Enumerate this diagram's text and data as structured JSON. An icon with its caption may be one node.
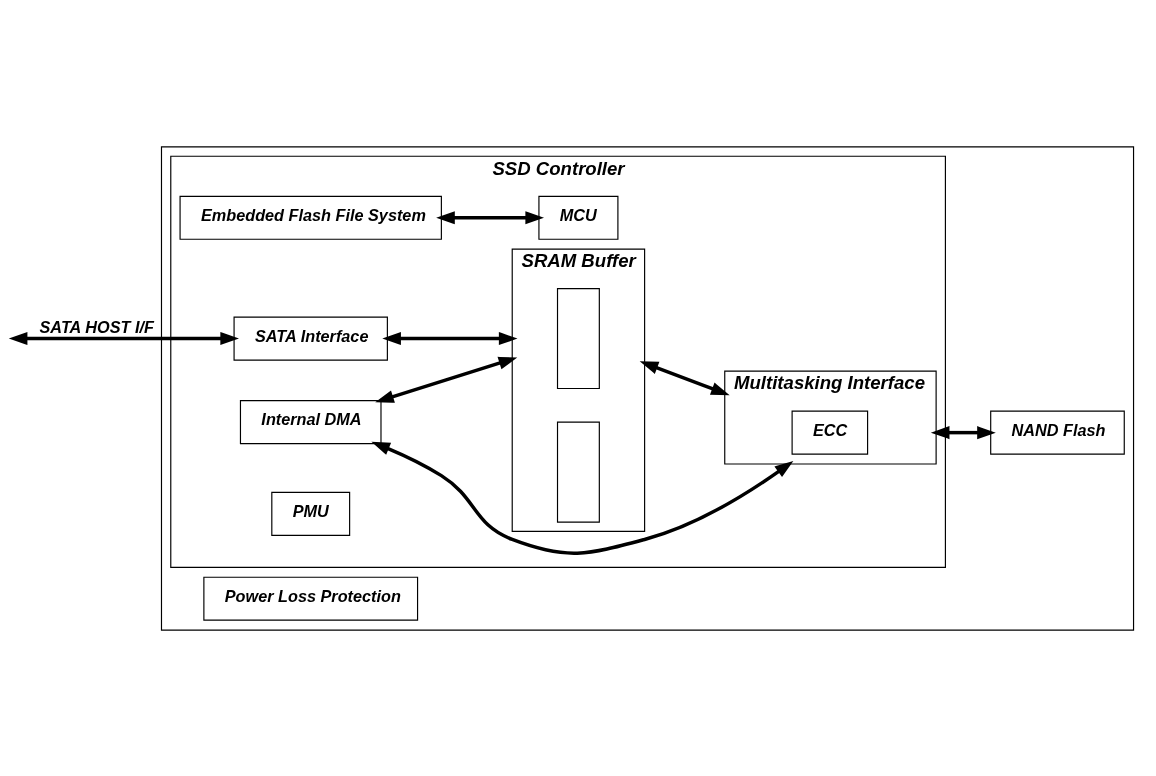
{
  "diagram": {
    "nodes": [
      {
        "text": [],
        "shape": "box"
      },
      {
        "text": [
          "SSD Controller"
        ],
        "in": 0
      },
      {
        "text": [
          "Embedded Flash File System"
        ],
        "in": 1
      },
      {
        "text": [
          "MCU"
        ],
        "in": 1
      },
      {
        "text": [
          "SATA Interface"
        ],
        "in": 1
      },
      {
        "text": [
          "SRAM Buffer"
        ],
        "in": 1
      },
      {
        "text": [],
        "shape": "box",
        "in": 5
      },
      {
        "text": [],
        "shape": "box",
        "in": 5
      },
      {
        "text": [
          "Internal DMA"
        ],
        "in": 1
      },
      {
        "text": [
          "Multitasking Interface"
        ],
        "in": 1
      },
      {
        "text": [
          "ECC"
        ],
        "in": 9
      },
      {
        "text": [
          "PMU"
        ],
        "in": 1
      },
      {
        "text": [
          "NAND Flash"
        ],
        "in": 0
      },
      {
        "text": [
          "Power Loss Protection"
        ],
        "in": 0
      }
    ],
    "edges": [
      {
        "from": 2,
        "to": 3,
        "arrow": "both"
      },
      {
        "from": null,
        "to": 4,
        "arrow": "both",
        "label": "SATA HOST I/F"
      },
      {
        "from": 4,
        "to": 5,
        "arrow": "both"
      },
      {
        "from": 5,
        "to": 9,
        "arrow": "both"
      },
      {
        "from": 8,
        "to": 5,
        "arrow": "both"
      },
      {
        "from": 8,
        "to": 9,
        "arrow": "both"
      },
      {
        "from": 9,
        "to": 12,
        "arrow": "both"
      }
    ]
  }
}
